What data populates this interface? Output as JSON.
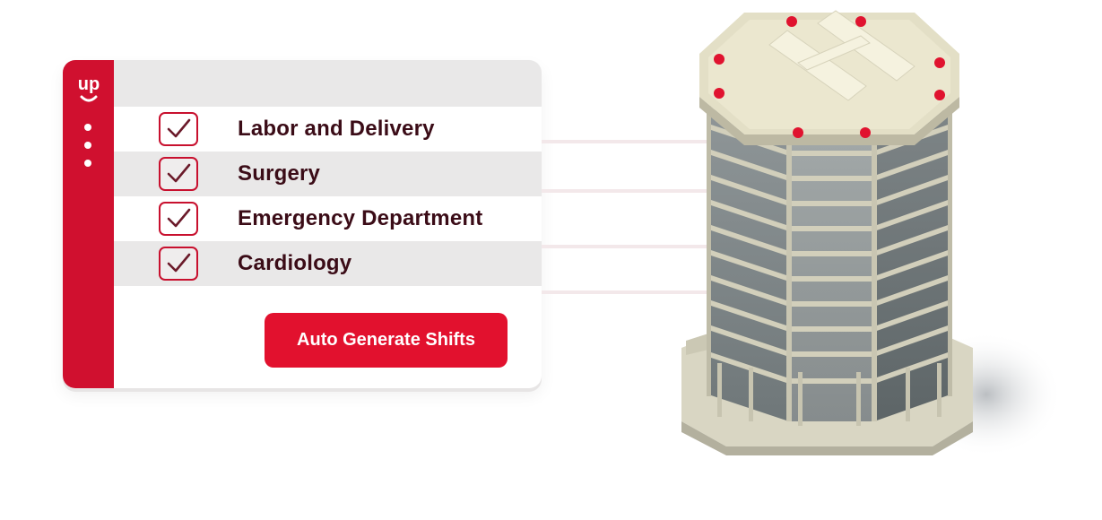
{
  "app": {
    "logo_text": "up",
    "brand_color": "#d0102f"
  },
  "sidebar": {
    "menu_icon": "more-vertical-icon"
  },
  "departments": [
    {
      "label": "Labor and Delivery",
      "checked": true
    },
    {
      "label": "Surgery",
      "checked": true
    },
    {
      "label": "Emergency Department",
      "checked": true
    },
    {
      "label": "Cardiology",
      "checked": true
    }
  ],
  "actions": {
    "auto_generate_label": "Auto Generate Shifts"
  },
  "illustration": {
    "subject": "hospital-building-icon",
    "helipad_letter": "H"
  }
}
